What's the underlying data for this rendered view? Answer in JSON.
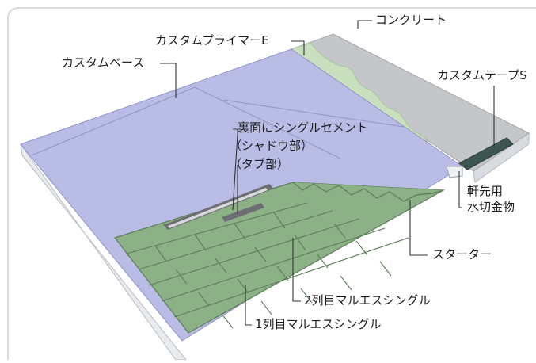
{
  "labels": {
    "concrete": "コンクリート",
    "primer": "カスタムプライマーE",
    "base": "カスタムベース",
    "tape": "カスタムテープS",
    "back_cement": "裏面にシングルセメント",
    "shadow": "（シャドウ部）",
    "tab": "（タブ部）",
    "eaves_1": "軒先用",
    "eaves_2": "水切金物",
    "starter": "スターター",
    "row2": "2列目マルエスシングル",
    "row1": "1列目マルエスシングル"
  },
  "colors": {
    "base_sheet": "#b9bde6",
    "primer_strip": "#c9e0bf",
    "concrete": "#c4c6c9",
    "shingle": "#8cb187",
    "tape": "#3d5653",
    "frame_border": "#d9d9d9"
  }
}
